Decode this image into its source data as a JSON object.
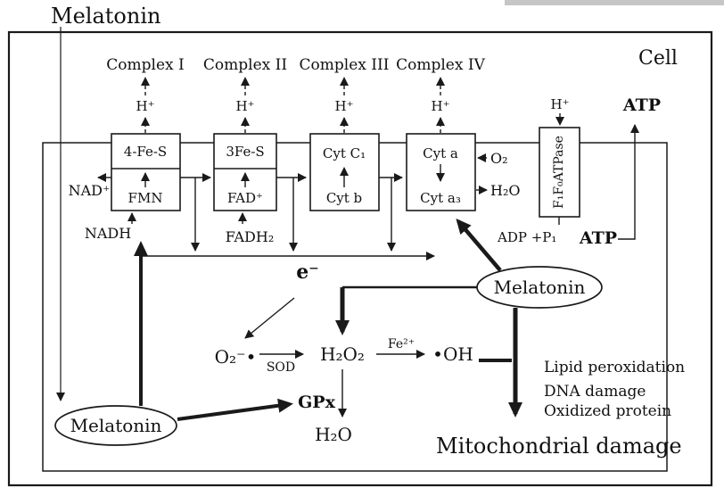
{
  "meta": {
    "ink_color": "#1a1a1a",
    "background_color": "#ffffff"
  },
  "title": "Melatonin",
  "cell_label": "Cell",
  "chain": {
    "complexes": [
      {
        "name": "Complex I",
        "proton": "H⁺",
        "upper": "4-Fe-S",
        "lower": "FMN"
      },
      {
        "name": "Complex II",
        "proton": "H⁺",
        "upper": "3Fe-S",
        "lower": "FAD⁺"
      },
      {
        "name": "Complex III",
        "proton": "H⁺",
        "upper": "Cyt C₁",
        "lower": "Cyt b"
      },
      {
        "name": "Complex IV",
        "proton": "H⁺",
        "upper": "Cyt a",
        "lower": "Cyt a₃"
      }
    ],
    "atpase": {
      "label": "F₁F₀ATPase",
      "proton": "H⁺"
    },
    "nad": "NAD⁺",
    "nadh": "NADH",
    "fadh2": "FADH₂",
    "o2": "O₂",
    "h2o": "H₂O",
    "adp_pi": "ADP +P₁",
    "atp": "ATP",
    "atp_exported": "ATP",
    "electron": "e⁻"
  },
  "ros": {
    "superoxide": "O₂⁻•",
    "sod": "SOD",
    "h2o2": "H₂O₂",
    "fenton": "Fe²⁺",
    "hydroxyl": "•OH",
    "gpx": "GPx",
    "h2o": "H₂O"
  },
  "melatonin": {
    "right_label": "Melatonin",
    "bottom_label": "Melatonin"
  },
  "damage": {
    "items": [
      "Lipid peroxidation",
      "DNA damage",
      "Oxidized protein"
    ],
    "result": "Mitochondrial damage"
  }
}
